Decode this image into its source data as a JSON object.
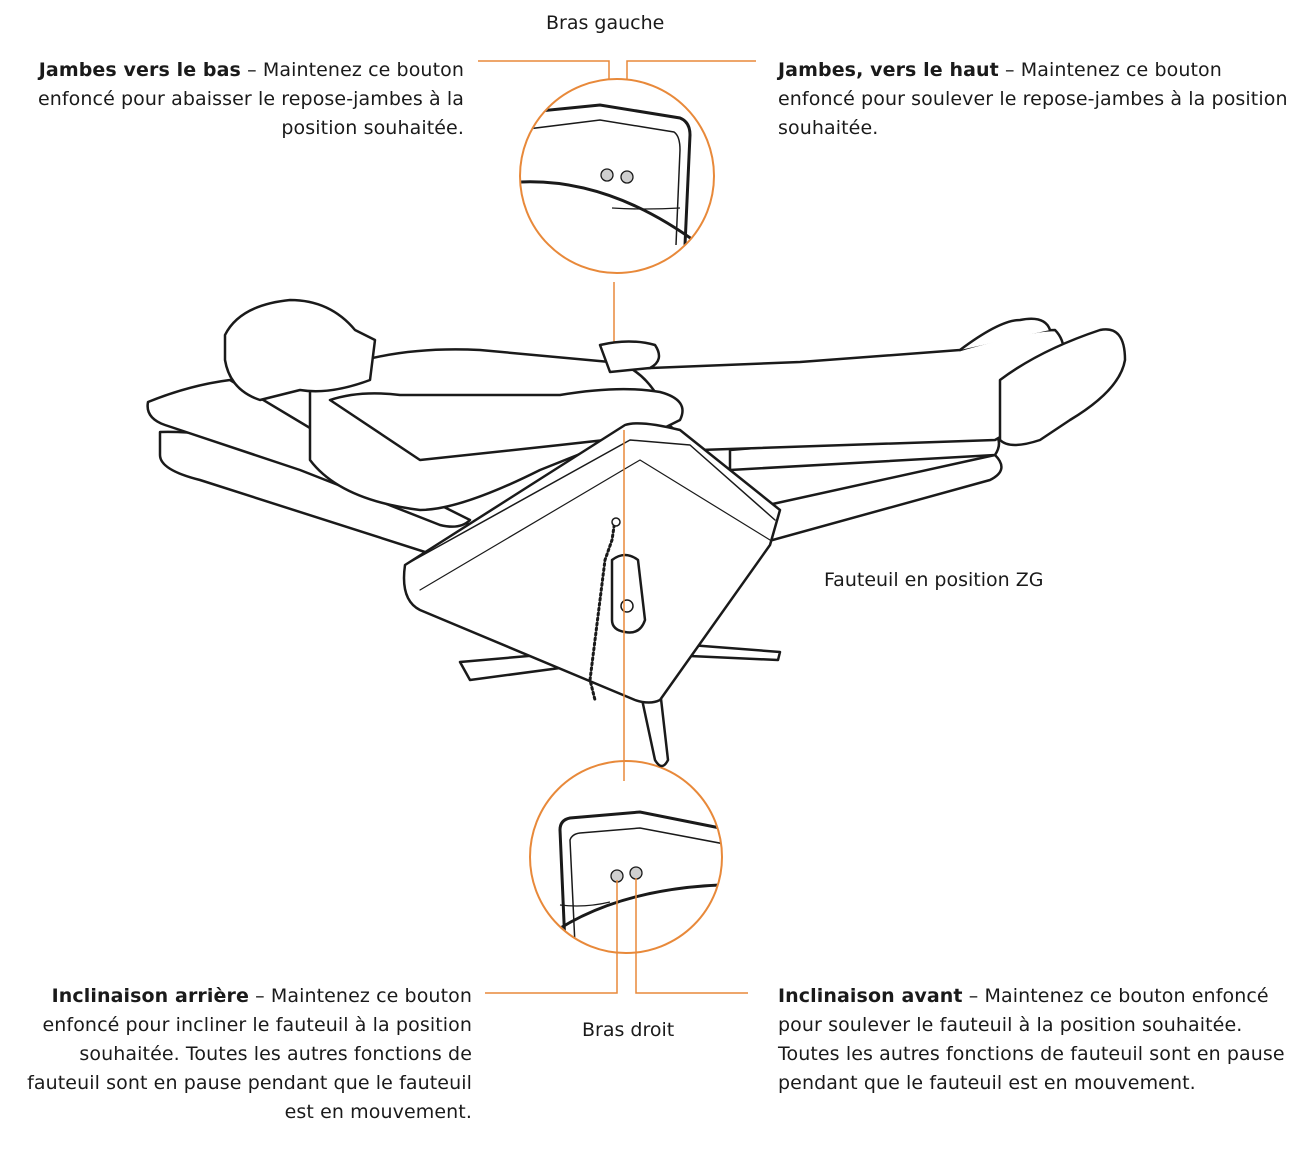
{
  "labels": {
    "left_arm": "Bras gauche",
    "right_arm": "Bras droit",
    "chair": "Fauteuil en position ZG"
  },
  "callouts": {
    "legs_down": {
      "title": "Jambes vers le bas",
      "text": " – Maintenez ce bouton enfoncé pour abaisser le repose-jambes à la position souhaitée."
    },
    "legs_up": {
      "title": "Jambes, vers le haut",
      "text": " – Maintenez ce bouton enfoncé pour soulever le repose-jambes à la position souhaitée."
    },
    "tilt_back": {
      "title": "Inclinaison arrière",
      "text": " – Maintenez ce bouton enfoncé pour incliner le fauteuil à la position souhaitée. Toutes les autres fonctions de fauteuil sont en pause pendant que le fauteuil est en mouvement."
    },
    "tilt_forward": {
      "title": "Inclinaison avant",
      "text": " – Maintenez ce bouton enfoncé pour soulever le fauteuil à la position souhaitée. Toutes les autres fonctions de fauteuil sont en pause pendant que le fauteuil est en mouvement."
    }
  },
  "colors": {
    "accent": "#e8893a",
    "line": "#1a1a1a",
    "button": "#cfcfcf"
  }
}
